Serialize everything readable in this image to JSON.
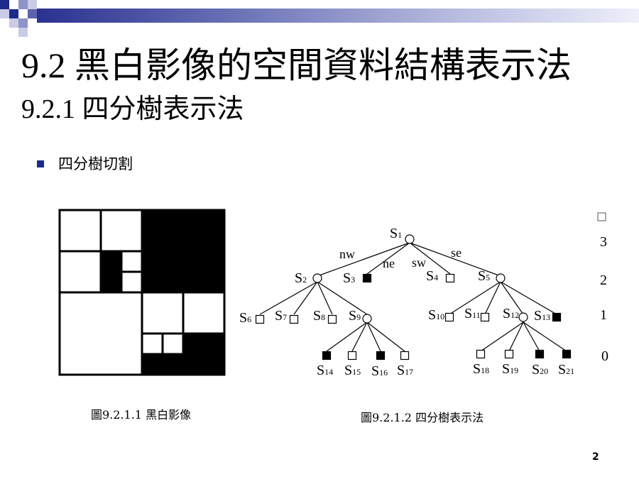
{
  "title": "9.2 黑白影像的空間資料結構表示法",
  "subtitle": "9.2.1 四分樹表示法",
  "bullet": "四分樹切割",
  "captions": {
    "image": "圖9.2.1.1 黑白影像",
    "tree": "圖9.2.1.2 四分樹表示法"
  },
  "page_number": "2",
  "colors": {
    "accent": "#1c2a8c",
    "bar_dark": "#2a3190",
    "black": "#000000",
    "white": "#ffffff"
  },
  "tree": {
    "edge_labels": [
      "nw",
      "ne",
      "sw",
      "se"
    ],
    "levels": [
      "3",
      "2",
      "1",
      "0"
    ],
    "level_marker_icon": "empty-square-icon",
    "nodes": [
      {
        "name": "S",
        "sub": "1",
        "type": "internal"
      },
      {
        "name": "S",
        "sub": "2",
        "type": "internal"
      },
      {
        "name": "S",
        "sub": "3",
        "type": "black"
      },
      {
        "name": "S",
        "sub": "4",
        "type": "white"
      },
      {
        "name": "S",
        "sub": "5",
        "type": "internal"
      },
      {
        "name": "S",
        "sub": "6",
        "type": "white"
      },
      {
        "name": "S",
        "sub": "7",
        "type": "white"
      },
      {
        "name": "S",
        "sub": "8",
        "type": "white"
      },
      {
        "name": "S",
        "sub": "9",
        "type": "internal"
      },
      {
        "name": "S",
        "sub": "10",
        "type": "white"
      },
      {
        "name": "S",
        "sub": "11",
        "type": "white"
      },
      {
        "name": "S",
        "sub": "12",
        "type": "internal"
      },
      {
        "name": "S",
        "sub": "13",
        "type": "black"
      },
      {
        "name": "S",
        "sub": "14",
        "type": "black"
      },
      {
        "name": "S",
        "sub": "15",
        "type": "white"
      },
      {
        "name": "S",
        "sub": "16",
        "type": "black"
      },
      {
        "name": "S",
        "sub": "17",
        "type": "white"
      },
      {
        "name": "S",
        "sub": "18",
        "type": "white"
      },
      {
        "name": "S",
        "sub": "19",
        "type": "white"
      },
      {
        "name": "S",
        "sub": "20",
        "type": "black"
      },
      {
        "name": "S",
        "sub": "21",
        "type": "black"
      }
    ]
  }
}
